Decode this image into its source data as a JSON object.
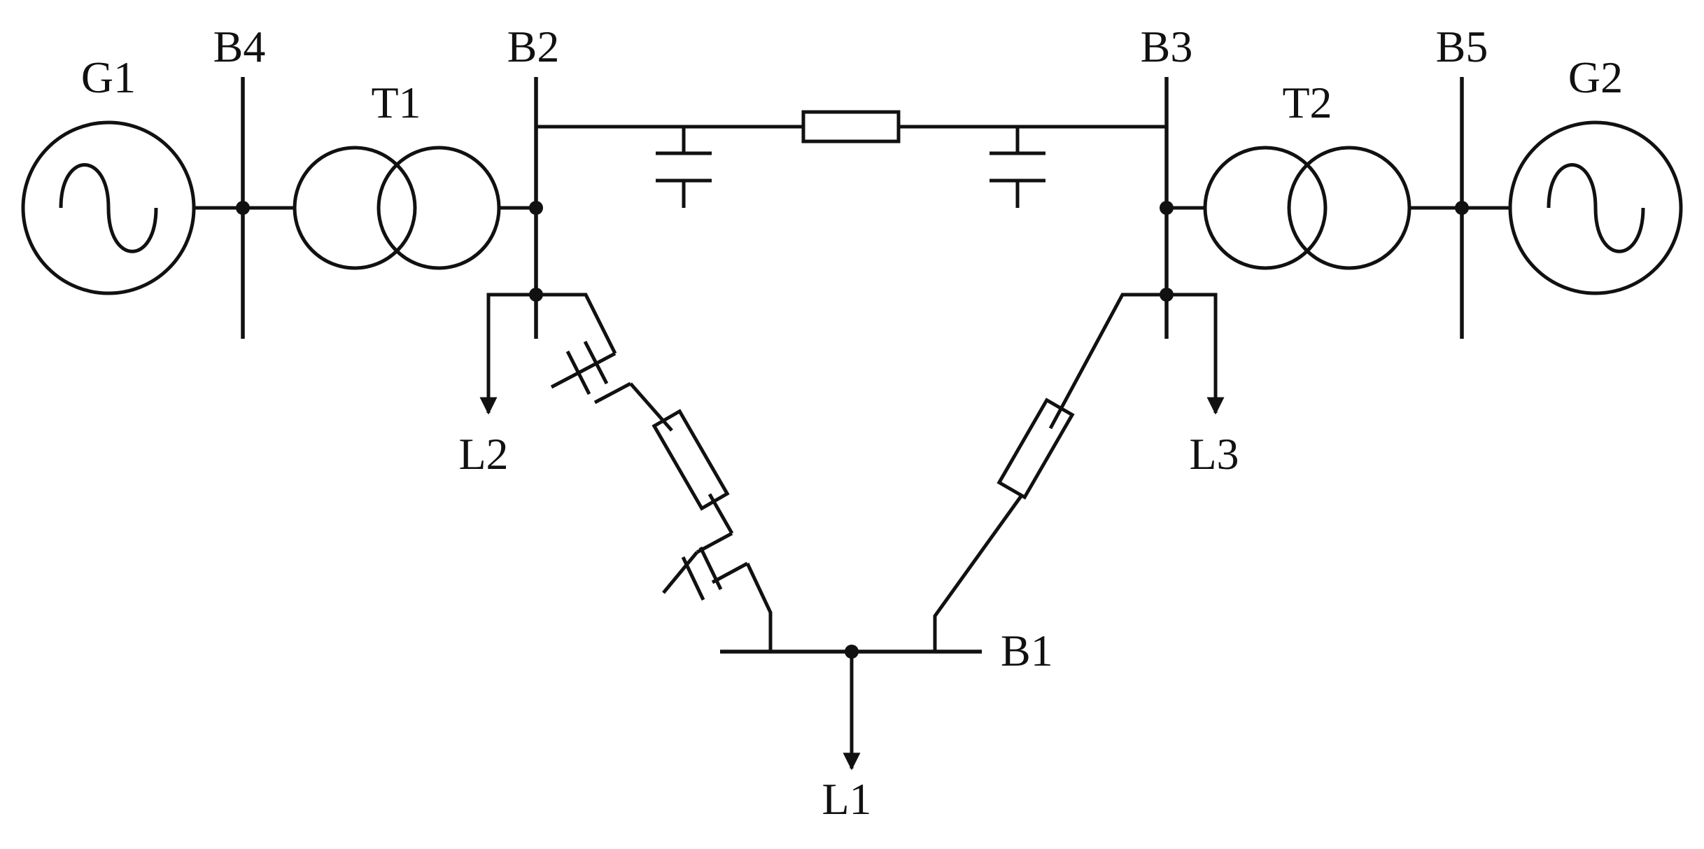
{
  "diagram": {
    "generators": {
      "g1": "G1",
      "g2": "G2"
    },
    "transformers": {
      "t1": "T1",
      "t2": "T2"
    },
    "buses": {
      "b1": "B1",
      "b2": "B2",
      "b3": "B3",
      "b4": "B4",
      "b5": "B5"
    },
    "loads": {
      "l1": "L1",
      "l2": "L2",
      "l3": "L3"
    }
  },
  "colors": {
    "stroke": "#111111",
    "background": "#ffffff"
  }
}
